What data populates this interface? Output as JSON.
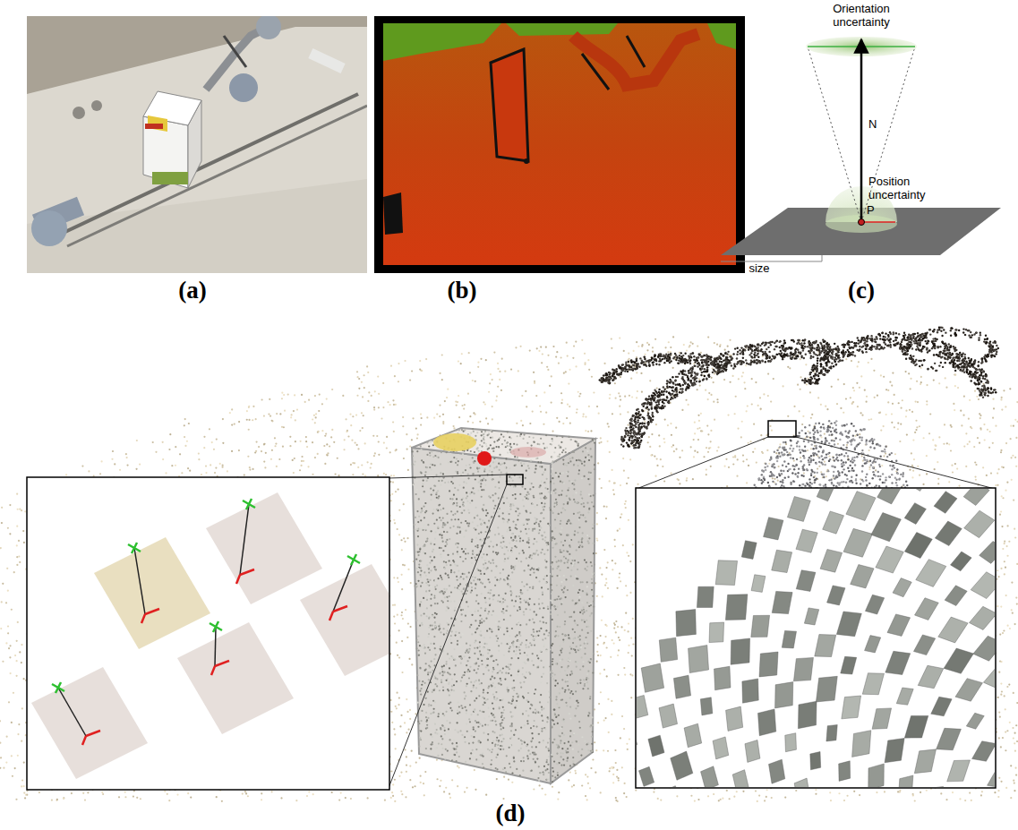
{
  "diagram": {
    "labels": [
      "Orientation uncertainty",
      "N",
      "Position uncertainty",
      "P",
      "size",
      "(a)",
      "(b)",
      "(c)",
      "(d)"
    ]
  }
}
